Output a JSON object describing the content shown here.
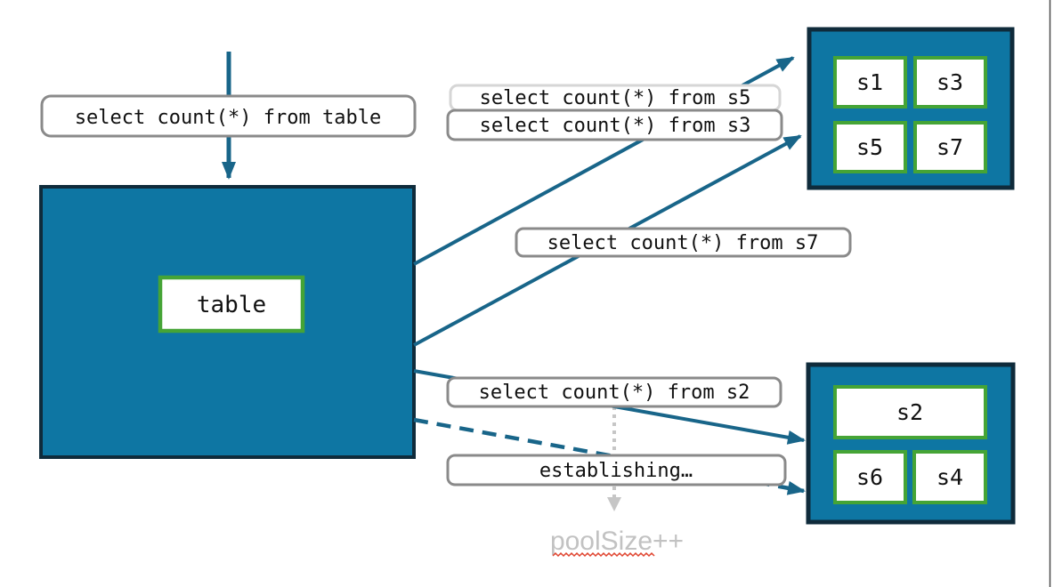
{
  "diagram": {
    "title_hint": "sharded count query fan-out diagram",
    "table_box": {
      "label": "table"
    },
    "query_labels": {
      "from_table": "select count(*) from table",
      "from_s5": "select count(*) from s5",
      "from_s3": "select count(*) from s3",
      "from_s7": "select count(*) from s7",
      "from_s2": "select count(*) from s2",
      "establishing": "establishing…"
    },
    "pool_note": "poolSize++",
    "shards_top": [
      "s1",
      "s3",
      "s5",
      "s7"
    ],
    "shards_bottom": [
      "s2",
      "s6",
      "s4"
    ],
    "colors": {
      "shard_fill": "#0e76a3",
      "shard_border": "#0f2b3b",
      "inner_box_border": "#45a436",
      "arrow": "#186589",
      "label_border": "#8a8a8a",
      "label_border_light": "#d6d6d6",
      "muted_text": "#c2c2c2",
      "muted_arrow": "#c6c6c6",
      "spellcheck_underline": "#e0442f"
    }
  }
}
